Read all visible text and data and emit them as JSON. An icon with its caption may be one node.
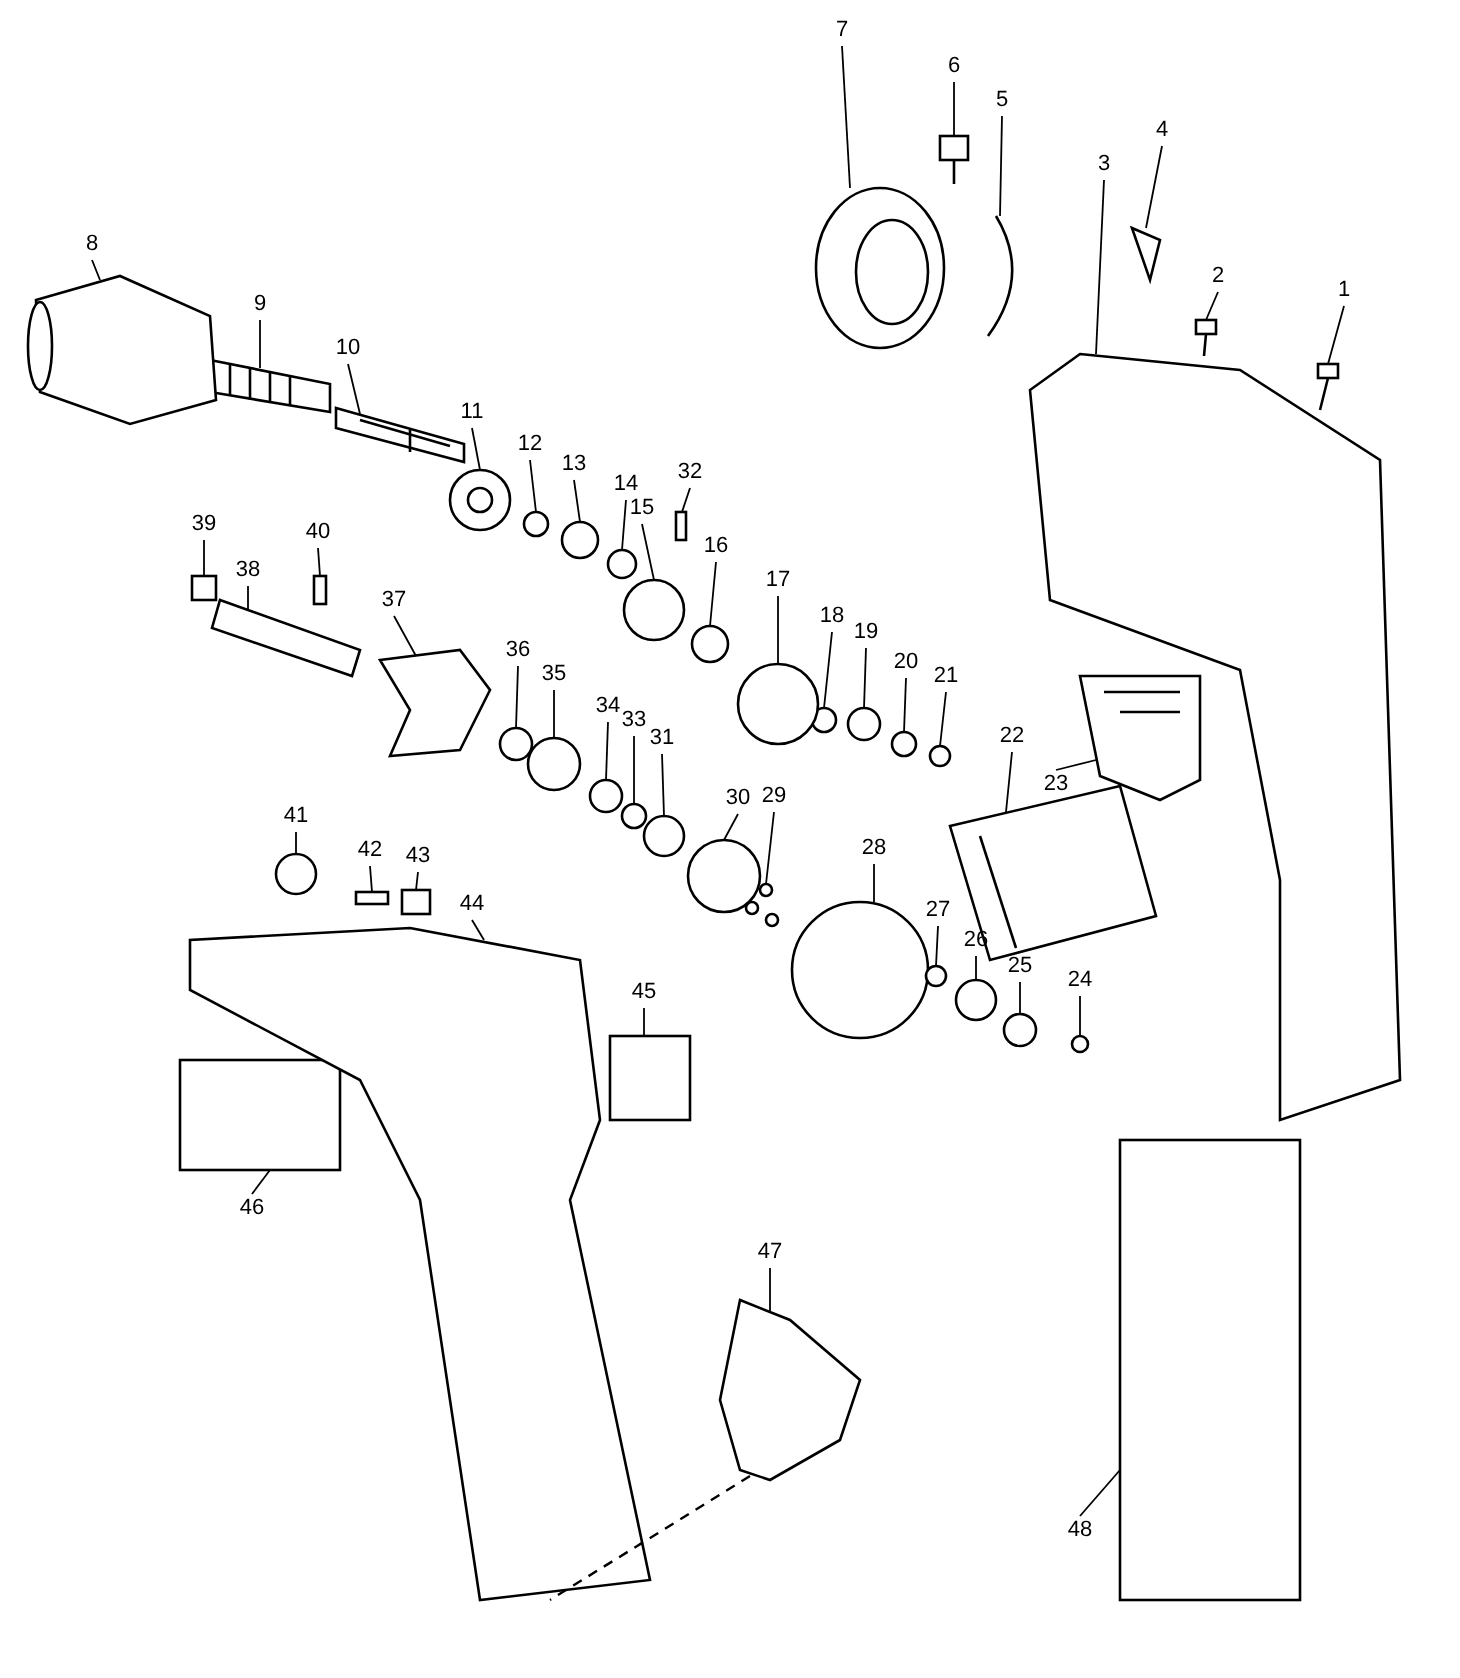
{
  "diagram": {
    "nodes": [
      {
        "text": [
          "1"
        ]
      },
      {
        "text": [
          "2"
        ]
      },
      {
        "text": [
          "3"
        ]
      },
      {
        "text": [
          "4"
        ]
      },
      {
        "text": [
          "5"
        ]
      },
      {
        "text": [
          "6"
        ]
      },
      {
        "text": [
          "7"
        ]
      },
      {
        "text": [
          "8"
        ]
      },
      {
        "text": [
          "9"
        ]
      },
      {
        "text": [
          "10"
        ]
      },
      {
        "text": [
          "11"
        ]
      },
      {
        "text": [
          "12"
        ]
      },
      {
        "text": [
          "13"
        ]
      },
      {
        "text": [
          "14"
        ]
      },
      {
        "text": [
          "15"
        ]
      },
      {
        "text": [
          "16"
        ]
      },
      {
        "text": [
          "17"
        ]
      },
      {
        "text": [
          "18"
        ]
      },
      {
        "text": [
          "19"
        ]
      },
      {
        "text": [
          "20"
        ]
      },
      {
        "text": [
          "21"
        ]
      },
      {
        "text": [
          "22"
        ]
      },
      {
        "text": [
          "23"
        ]
      },
      {
        "text": [
          "24"
        ]
      },
      {
        "text": [
          "25"
        ]
      },
      {
        "text": [
          "26"
        ]
      },
      {
        "text": [
          "27"
        ]
      },
      {
        "text": [
          "28"
        ]
      },
      {
        "text": [
          "29"
        ]
      },
      {
        "text": [
          "30"
        ]
      },
      {
        "text": [
          "31"
        ]
      },
      {
        "text": [
          "32"
        ]
      },
      {
        "text": [
          "33"
        ]
      },
      {
        "text": [
          "34"
        ]
      },
      {
        "text": [
          "35"
        ]
      },
      {
        "text": [
          "36"
        ]
      },
      {
        "text": [
          "37"
        ]
      },
      {
        "text": [
          "38"
        ]
      },
      {
        "text": [
          "39"
        ]
      },
      {
        "text": [
          "40"
        ]
      },
      {
        "text": [
          "41"
        ]
      },
      {
        "text": [
          "42"
        ]
      },
      {
        "text": [
          "43"
        ]
      },
      {
        "text": [
          "44"
        ]
      },
      {
        "text": [
          "45"
        ]
      },
      {
        "text": [
          "46"
        ]
      },
      {
        "text": [
          "47"
        ]
      },
      {
        "text": [
          "48"
        ]
      },
      {
        "text": [],
        "shape": "picture"
      },
      {
        "text": [],
        "shape": "picture"
      },
      {
        "text": [],
        "shape": "picture"
      },
      {
        "text": [],
        "shape": "picture"
      },
      {
        "text": [],
        "shape": "picture"
      },
      {
        "text": [],
        "shape": "picture"
      },
      {
        "text": [],
        "shape": "picture"
      },
      {
        "text": [],
        "shape": "picture"
      },
      {
        "text": [],
        "shape": "picture"
      },
      {
        "text": [],
        "shape": "picture"
      },
      {
        "text": [],
        "shape": "picture"
      },
      {
        "text": [],
        "shape": "circle"
      },
      {
        "text": [],
        "shape": "circle"
      },
      {
        "text": [],
        "shape": "circle"
      },
      {
        "text": [],
        "shape": "circle"
      },
      {
        "text": [],
        "shape": "circle"
      },
      {
        "text": [],
        "shape": "circle"
      },
      {
        "text": [],
        "shape": "circle"
      },
      {
        "text": [],
        "shape": "circle"
      },
      {
        "text": [],
        "shape": "circle"
      },
      {
        "text": [],
        "shape": "circle"
      },
      {
        "text": [],
        "shape": "picture"
      },
      {
        "text": [],
        "shape": "picture"
      },
      {
        "text": [],
        "shape": "circle"
      },
      {
        "text": [],
        "shape": "circle"
      },
      {
        "text": [],
        "shape": "circle"
      },
      {
        "text": [],
        "shape": "circle"
      },
      {
        "text": [],
        "shape": "circle"
      },
      {
        "text": [],
        "shape": "picture"
      },
      {
        "text": [],
        "shape": "circle"
      },
      {
        "text": [],
        "shape": "circle"
      },
      {
        "text": [],
        "shape": "box"
      },
      {
        "text": [],
        "shape": "circle"
      },
      {
        "text": [],
        "shape": "circle"
      },
      {
        "text": [],
        "shape": "circle"
      },
      {
        "text": [],
        "shape": "circle"
      },
      {
        "text": [],
        "shape": "picture"
      },
      {
        "text": [],
        "shape": "picture"
      },
      {
        "text": [],
        "shape": "box"
      },
      {
        "text": [],
        "shape": "box"
      },
      {
        "text": [],
        "shape": "circle"
      },
      {
        "text": [],
        "shape": "box"
      },
      {
        "text": [],
        "shape": "box"
      },
      {
        "text": [],
        "shape": "picture"
      },
      {
        "text": [],
        "shape": "box"
      },
      {
        "text": [],
        "shape": "box"
      },
      {
        "text": [],
        "shape": "picture"
      },
      {
        "text": [],
        "shape": "box"
      }
    ],
    "edges": [
      {
        "from": 0,
        "to": 48,
        "arrow": "none"
      },
      {
        "from": 1,
        "to": 49,
        "arrow": "none"
      },
      {
        "from": 2,
        "to": 50,
        "arrow": "none"
      },
      {
        "from": 3,
        "to": 51,
        "arrow": "none"
      },
      {
        "from": 4,
        "to": 52,
        "arrow": "none"
      },
      {
        "from": 5,
        "to": 53,
        "arrow": "none"
      },
      {
        "from": 6,
        "to": 54,
        "arrow": "none"
      },
      {
        "from": 7,
        "to": 55,
        "arrow": "none"
      },
      {
        "from": 8,
        "to": 56,
        "arrow": "none"
      },
      {
        "from": 9,
        "to": 57,
        "arrow": "none"
      },
      {
        "from": 10,
        "to": 58,
        "arrow": "none"
      },
      {
        "from": 11,
        "to": 59,
        "arrow": "none"
      },
      {
        "from": 12,
        "to": 60,
        "arrow": "none"
      },
      {
        "from": 13,
        "to": 61,
        "arrow": "none"
      },
      {
        "from": 14,
        "to": 62,
        "arrow": "none"
      },
      {
        "from": 15,
        "to": 63,
        "arrow": "none"
      },
      {
        "from": 16,
        "to": 64,
        "arrow": "none"
      },
      {
        "from": 17,
        "to": 65,
        "arrow": "none"
      },
      {
        "from": 18,
        "to": 66,
        "arrow": "none"
      },
      {
        "from": 19,
        "to": 67,
        "arrow": "none"
      },
      {
        "from": 20,
        "to": 68,
        "arrow": "none"
      },
      {
        "from": 21,
        "to": 69,
        "arrow": "none"
      },
      {
        "from": 22,
        "to": 70,
        "arrow": "none"
      },
      {
        "from": 23,
        "to": 71,
        "arrow": "none"
      },
      {
        "from": 24,
        "to": 72,
        "arrow": "none"
      },
      {
        "from": 25,
        "to": 73,
        "arrow": "none"
      },
      {
        "from": 26,
        "to": 74,
        "arrow": "none"
      },
      {
        "from": 27,
        "to": 75,
        "arrow": "none"
      },
      {
        "from": 28,
        "to": 76,
        "arrow": "none"
      },
      {
        "from": 29,
        "to": 77,
        "arrow": "none"
      },
      {
        "from": 30,
        "to": 78,
        "arrow": "none"
      },
      {
        "from": 31,
        "to": 79,
        "arrow": "none"
      },
      {
        "from": 32,
        "to": 80,
        "arrow": "none"
      },
      {
        "from": 33,
        "to": 81,
        "arrow": "none"
      },
      {
        "from": 34,
        "to": 82,
        "arrow": "none"
      },
      {
        "from": 35,
        "to": 83,
        "arrow": "none"
      },
      {
        "from": 36,
        "to": 84,
        "arrow": "none"
      },
      {
        "from": 37,
        "to": 85,
        "arrow": "none"
      },
      {
        "from": 38,
        "to": 86,
        "arrow": "none"
      },
      {
        "from": 39,
        "to": 87,
        "arrow": "none"
      },
      {
        "from": 40,
        "to": 88,
        "arrow": "none"
      },
      {
        "from": 41,
        "to": 89,
        "arrow": "none"
      },
      {
        "from": 42,
        "to": 90,
        "arrow": "none"
      },
      {
        "from": 43,
        "to": 91,
        "arrow": "none"
      },
      {
        "from": 44,
        "to": 92,
        "arrow": "none"
      },
      {
        "from": 45,
        "to": 93,
        "arrow": "none"
      },
      {
        "from": 46,
        "to": 94,
        "arrow": "none"
      },
      {
        "from": 47,
        "to": 95,
        "arrow": "none"
      },
      {
        "from": 94,
        "to": 91,
        "arrow": "none",
        "style": "dashed"
      }
    ]
  }
}
